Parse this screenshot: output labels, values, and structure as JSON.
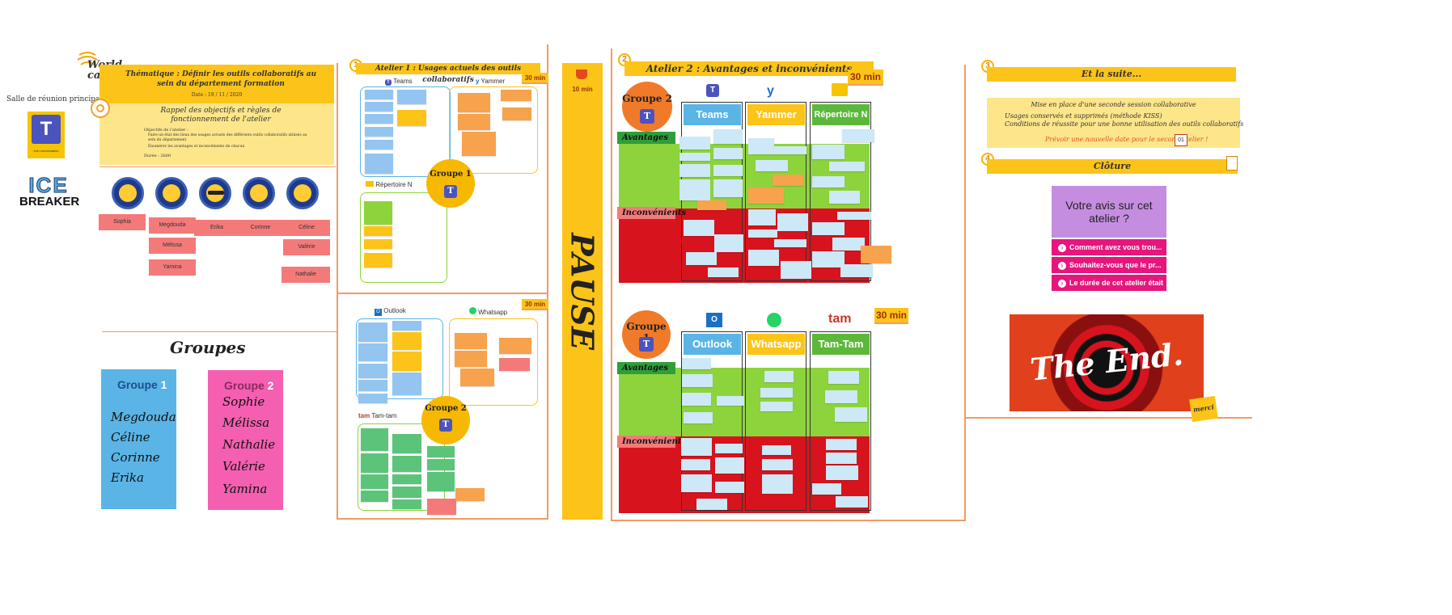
{
  "header": {
    "logo": "World café",
    "room": "Salle de réunion principale",
    "join_label": "Join conversation",
    "icebreaker": [
      "ICE",
      "BREAKER"
    ],
    "theme_title": "Thématique : Définir les outils collaboratifs au sein du département formation",
    "date_line": "Date : 19 / 11 / 2020",
    "rules_title": "Rappel des objectifs et règles de fonctionnement de l'atelier",
    "objectives_head": "Objectifs de l'atelier :",
    "objective_1": "Faire un état des lieux des usages actuels des différents outils collaboratifs utilisés au sein du département",
    "objective_2": "Énumérer les avantages et inconvénients de chacun",
    "duration": "Durée : 2h00"
  },
  "participants": [
    "Sophia",
    "Megdouda",
    "Mélissa",
    "Yamina",
    "Erika",
    "Corinne",
    "Céline",
    "Valérie",
    "Nathalie"
  ],
  "groups": {
    "title": "Groupes",
    "group1": {
      "label": "Groupe",
      "num": "1",
      "members": [
        "Megdouda",
        "Céline",
        "Corinne",
        "Erika"
      ]
    },
    "group2": {
      "label": "Groupe",
      "num": "2",
      "members": [
        "Sophie",
        "Mélissa",
        "Nathalie",
        "Valérie",
        "Yamina"
      ]
    }
  },
  "atelier1": {
    "num": "1",
    "title": "Atelier 1 : Usages actuels des outils collaboratifs",
    "timer": "30 min",
    "timer2": "30 min",
    "teams": "Teams",
    "yammer": "Yammer",
    "repertoire": "Répertoire N",
    "outlook": "Outlook",
    "whatsapp": "Whatsapp",
    "tamtam": "Tam-tam",
    "groupe1": "Groupe 1",
    "groupe2": "Groupe 2"
  },
  "pause": {
    "label": "PAUSE",
    "timer": "10 min"
  },
  "atelier2": {
    "num": "2",
    "title": "Atelier 2 : Avantages et inconvénients",
    "timer": "30 min",
    "timer2": "30 min",
    "groupe2": "Groupe 2",
    "groupe1": "Groupe 1",
    "avantages": "Avantages",
    "inconvenients": "Inconvénients",
    "cols_top": [
      "Teams",
      "Yammer",
      "Répertoire N"
    ],
    "cols_bottom": [
      "Outlook",
      "Whatsapp",
      "Tam-Tam"
    ]
  },
  "suite": {
    "num": "3",
    "title": "Et la suite...",
    "next_session": "Mise en place d'une seconde session collaborative",
    "bullet_1": "Usages conservés et supprimés (méthode KISS)",
    "bullet_2": "Conditions de réussite pour une bonne utilisation des outils collaboratifs",
    "next_date": "Prévoir une nouvelle date pour le second atelier !",
    "calendar_day": "01"
  },
  "cloture": {
    "num": "4",
    "title": "Clôture",
    "survey_title": "Votre avis sur cet atelier ?",
    "q1": "Comment avez vous trou...",
    "q2": "Souhaitez-vous que le pr...",
    "q3": "Le durée de cet atelier était",
    "the_end": "The End.",
    "merci": "merci"
  },
  "colors": {
    "yellow": "#fcc419",
    "orange_line": "#f39a64",
    "teams_purple": "#4b53bc",
    "green": "#8dd43c",
    "red": "#d7141e",
    "pink": "#e6167d",
    "survey_purple": "#c58de0"
  }
}
